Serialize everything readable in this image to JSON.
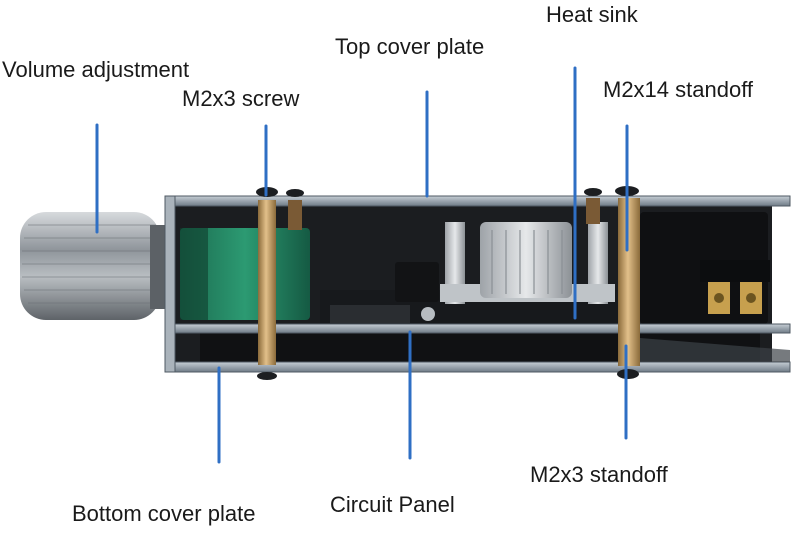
{
  "labels": {
    "heat_sink": "Heat sink",
    "top_cover_plate": "Top cover plate",
    "volume_adjustment": "Volume adjustment",
    "m2x3_screw": "M2x3 screw",
    "m2x14_standoff": "M2x14 standoff",
    "bottom_cover_plate": "Bottom cover plate",
    "circuit_panel": "Circuit Panel",
    "m2x3_standoff": "M2x3 standoff"
  },
  "colors": {
    "leader_line": "#2f6fc4",
    "plate_edge": "#8a9aa8",
    "pcb_dark": "#15171a",
    "capacitor_green": "#1e7a5a",
    "standoff_brass": "#c49a5a",
    "knob_silver": "#9aa0a6",
    "heat_sink_silver": "#c9cdd1"
  }
}
